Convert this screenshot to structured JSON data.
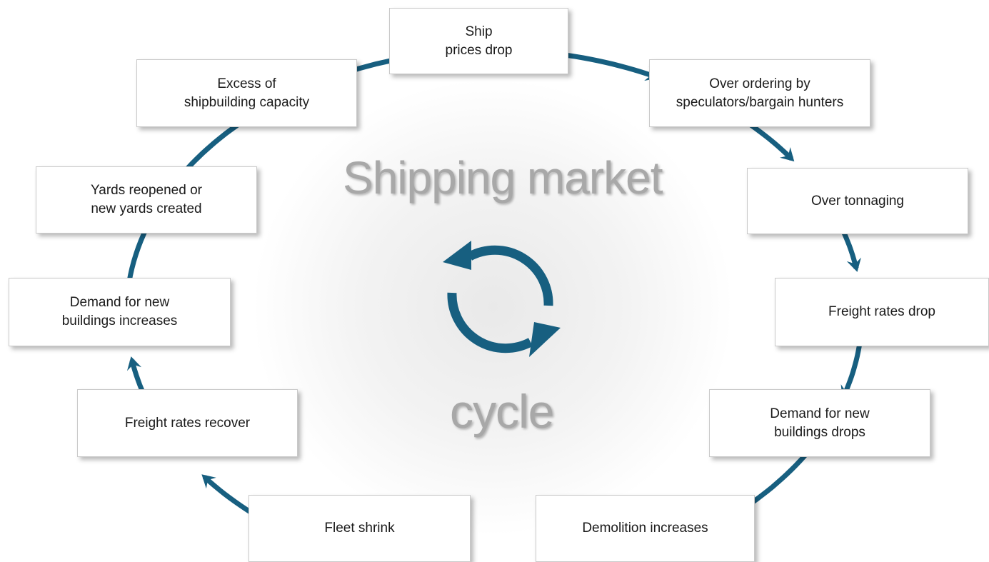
{
  "title": {
    "line1": "Shipping market",
    "line2": "cycle"
  },
  "colors": {
    "arrow": "#175f80",
    "title": "#a8a8a8",
    "box_border": "#c9c9c9"
  },
  "center_icon": "circular-refresh-arrows-icon",
  "cycle_steps": [
    {
      "id": "ship-prices-drop",
      "label": "Ship\nprices drop"
    },
    {
      "id": "over-ordering",
      "label": "Over ordering by\nspeculators/bargain hunters"
    },
    {
      "id": "over-tonnaging",
      "label": "Over tonnaging"
    },
    {
      "id": "freight-rates-drop",
      "label": "Freight rates drop"
    },
    {
      "id": "demand-drops",
      "label": "Demand for new\nbuildings drops"
    },
    {
      "id": "demolition-increases",
      "label": "Demolition increases"
    },
    {
      "id": "fleet-shrink",
      "label": "Fleet shrink"
    },
    {
      "id": "freight-rates-recover",
      "label": "Freight rates recover"
    },
    {
      "id": "demand-increases",
      "label": "Demand for new\nbuildings increases"
    },
    {
      "id": "yards-reopened",
      "label": "Yards reopened or\nnew yards created"
    },
    {
      "id": "excess-capacity",
      "label": "Excess of\nshipbuilding capacity"
    }
  ]
}
